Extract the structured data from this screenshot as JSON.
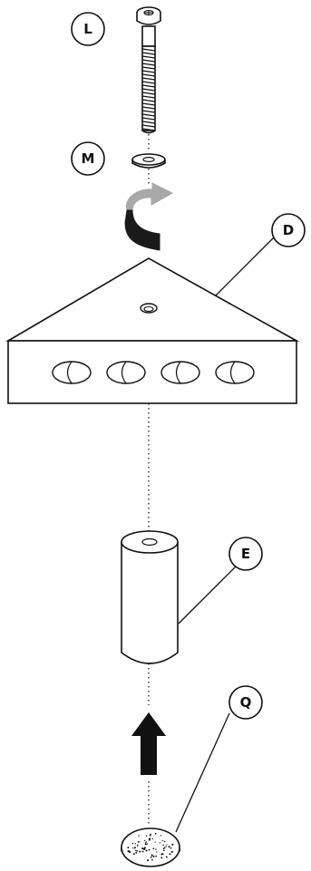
{
  "callouts": {
    "L": "L",
    "M": "M",
    "D": "D",
    "E": "E",
    "Q": "Q"
  },
  "parts": [
    {
      "id": "L",
      "icon": "screw-icon"
    },
    {
      "id": "M",
      "icon": "washer-icon"
    },
    {
      "id": "D",
      "icon": "triangular-bracket-icon"
    },
    {
      "id": "E",
      "icon": "cylinder-spacer-icon"
    },
    {
      "id": "Q",
      "icon": "felt-pad-icon"
    }
  ],
  "colors": {
    "line": "#111111",
    "rotate_arrow_light": "#a8a8a8",
    "rotate_arrow_dark": "#1a1a1a",
    "background": "#ffffff"
  }
}
